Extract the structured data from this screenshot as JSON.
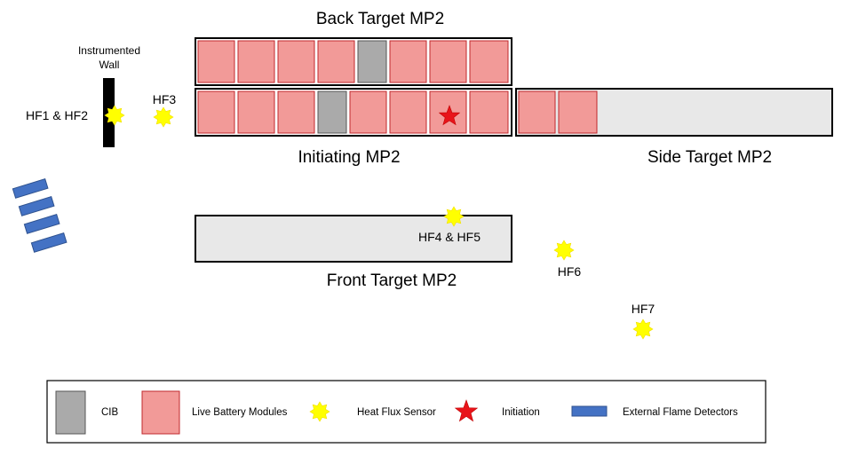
{
  "labels": {
    "back_target": "Back Target MP2",
    "initiating": "Initiating MP2",
    "side_target": "Side Target MP2",
    "front_target": "Front Target MP2",
    "instrumented_wall_line1": "Instrumented",
    "instrumented_wall_line2": "Wall"
  },
  "sensors": {
    "hf1_hf2": "HF1 & HF2",
    "hf3": "HF3",
    "hf4_hf5": "HF4 & HF5",
    "hf6": "HF6",
    "hf7": "HF7"
  },
  "legend": {
    "cib": "CIB",
    "live_modules": "Live Battery Modules",
    "heat_flux_sensor": "Heat Flux Sensor",
    "initiation": "Initiation",
    "flame_detectors": "External Flame Detectors"
  },
  "colors": {
    "live_module": "#f29a98",
    "live_module_border": "#c0282d",
    "cib": "#aaaaaa",
    "cib_border": "#555555",
    "empty_rack": "#e8e8e8",
    "sensor": "#ffff00",
    "initiation": "#e8141a",
    "flame_detector": "#4472c4",
    "flame_detector_border": "#2f528f"
  },
  "icons": {
    "sensor": "starburst-icon",
    "initiation": "star-icon",
    "flame_detector": "rectangle-icon"
  }
}
